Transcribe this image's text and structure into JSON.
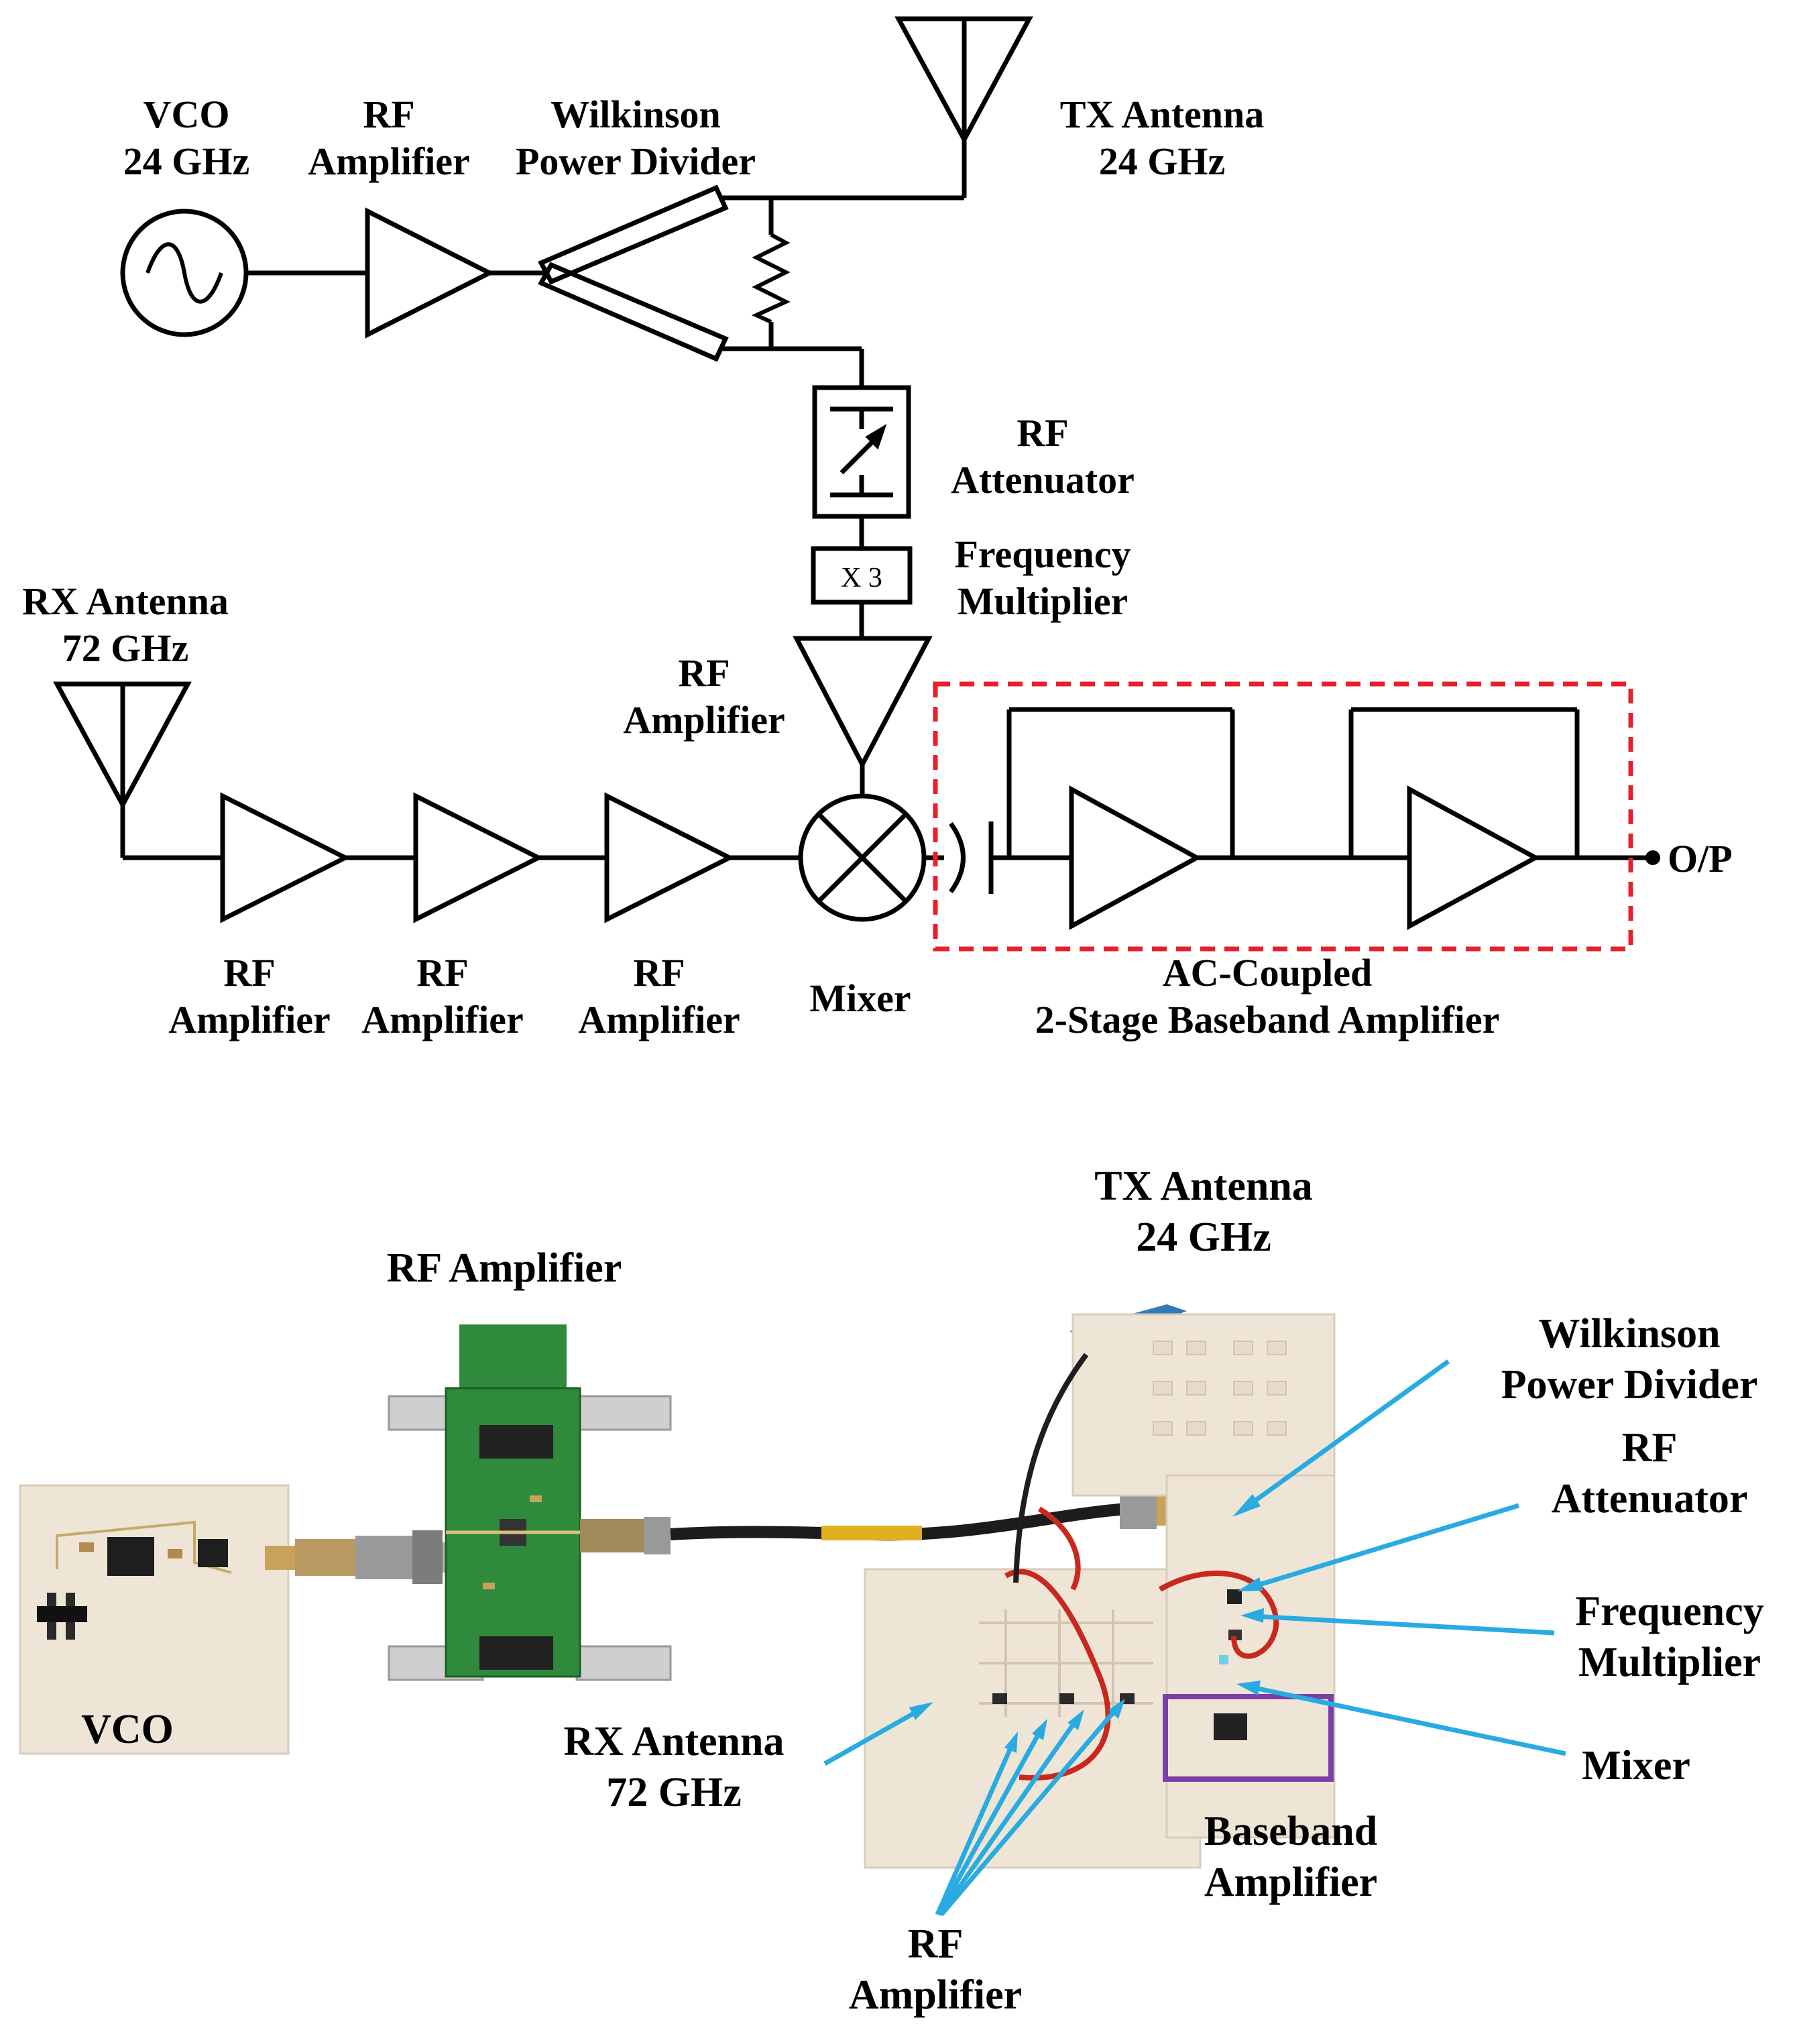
{
  "schematic": {
    "vco": {
      "name": "VCO",
      "freq": "24 GHz"
    },
    "rf_amp_top": {
      "line1": "RF",
      "line2": "Amplifier"
    },
    "wilkinson": {
      "line1": "Wilkinson",
      "line2": "Power Divider"
    },
    "tx_antenna": {
      "name": "TX Antenna",
      "freq": "24 GHz"
    },
    "attenuator": {
      "line1": "RF",
      "line2": "Attenuator"
    },
    "multiplier": {
      "line1": "Frequency",
      "line2": "Multiplier",
      "box_text": "X 3"
    },
    "rx_antenna": {
      "name": "RX Antenna",
      "freq": "72 GHz"
    },
    "rf_amp_mixer": {
      "line1": "RF",
      "line2": "Amplifier"
    },
    "rx_amps": [
      {
        "line1": "RF",
        "line2": "Amplifier"
      },
      {
        "line1": "RF",
        "line2": "Amplifier"
      },
      {
        "line1": "RF",
        "line2": "Amplifier"
      }
    ],
    "mixer": "Mixer",
    "baseband": {
      "line1": "AC-Coupled",
      "line2": "2-Stage Baseband Amplifier",
      "box_color": "#e8202a"
    },
    "output": "O/P"
  },
  "photo": {
    "tx_antenna": {
      "name": "TX Antenna",
      "freq": "24 GHz"
    },
    "rf_amplifier": "RF Amplifier",
    "vco": "VCO",
    "wilkinson": {
      "line1": "Wilkinson",
      "line2": "Power Divider"
    },
    "attenuator": {
      "line1": "RF",
      "line2": "Attenuator"
    },
    "multiplier": {
      "line1": "Frequency",
      "line2": "Multiplier"
    },
    "mixer": "Mixer",
    "rx_antenna": {
      "name": "RX Antenna",
      "freq": "72 GHz"
    },
    "baseband": {
      "line1": "Baseband",
      "line2": "Amplifier",
      "box_color": "#7b3fa8"
    },
    "rf_amplifier_bottom": {
      "line1": "RF",
      "line2": "Amplifier"
    },
    "arrow_color": "#29abe2"
  }
}
